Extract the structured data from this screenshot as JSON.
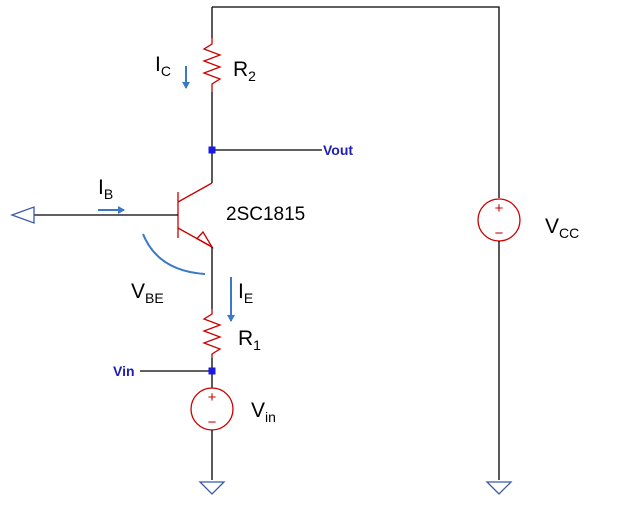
{
  "labels": {
    "ic": {
      "main": "I",
      "sub": "C"
    },
    "ib": {
      "main": "I",
      "sub": "B"
    },
    "ie": {
      "main": "I",
      "sub": "E"
    },
    "vbe": {
      "main": "V",
      "sub": "BE"
    },
    "r2": {
      "main": "R",
      "sub": "2"
    },
    "r1": {
      "main": "R",
      "sub": "1"
    },
    "vcc": {
      "main": "V",
      "sub": "CC"
    },
    "vin_source": {
      "main": "V",
      "sub": "in"
    },
    "transistor": "2SC1815",
    "net_vout": "Vout",
    "net_vin": "Vin",
    "plus": "+",
    "minus": "−"
  },
  "colors": {
    "wire": "#000000",
    "component": "#cc0000",
    "ground": "#3a5ba8",
    "current_arrow": "#3a78c8",
    "net_label": "#1f1fb4",
    "junction": "#1a1ae0"
  }
}
